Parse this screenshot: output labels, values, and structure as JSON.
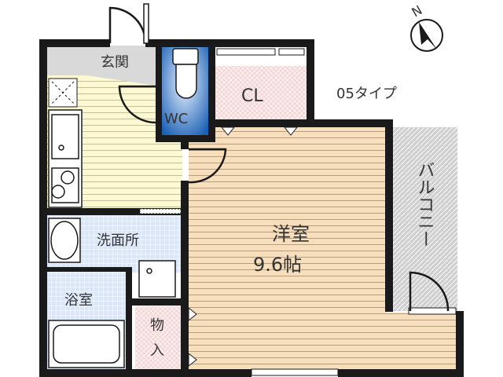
{
  "plan": {
    "type_label": "05タイプ",
    "compass_letter": "N",
    "rooms": {
      "entrance": "玄関",
      "wc": "WC",
      "closet": "CL",
      "western_room": "洋室",
      "western_room_size": "9.6帖",
      "balcony": "バルコニー",
      "washroom": "洗面所",
      "bathroom": "浴室",
      "storage_line1": "物",
      "storage_line2": "入"
    },
    "colors": {
      "wall": "#1a1a1a",
      "kitchen": "#fdf9d2",
      "western_room": "#f7dfbd",
      "wc": "#1a5fb4",
      "closet": "#f6d6d6",
      "washroom": "#dbe6f7",
      "entrance": "#d9d9d9",
      "balcony": "#cfcfcf"
    }
  }
}
